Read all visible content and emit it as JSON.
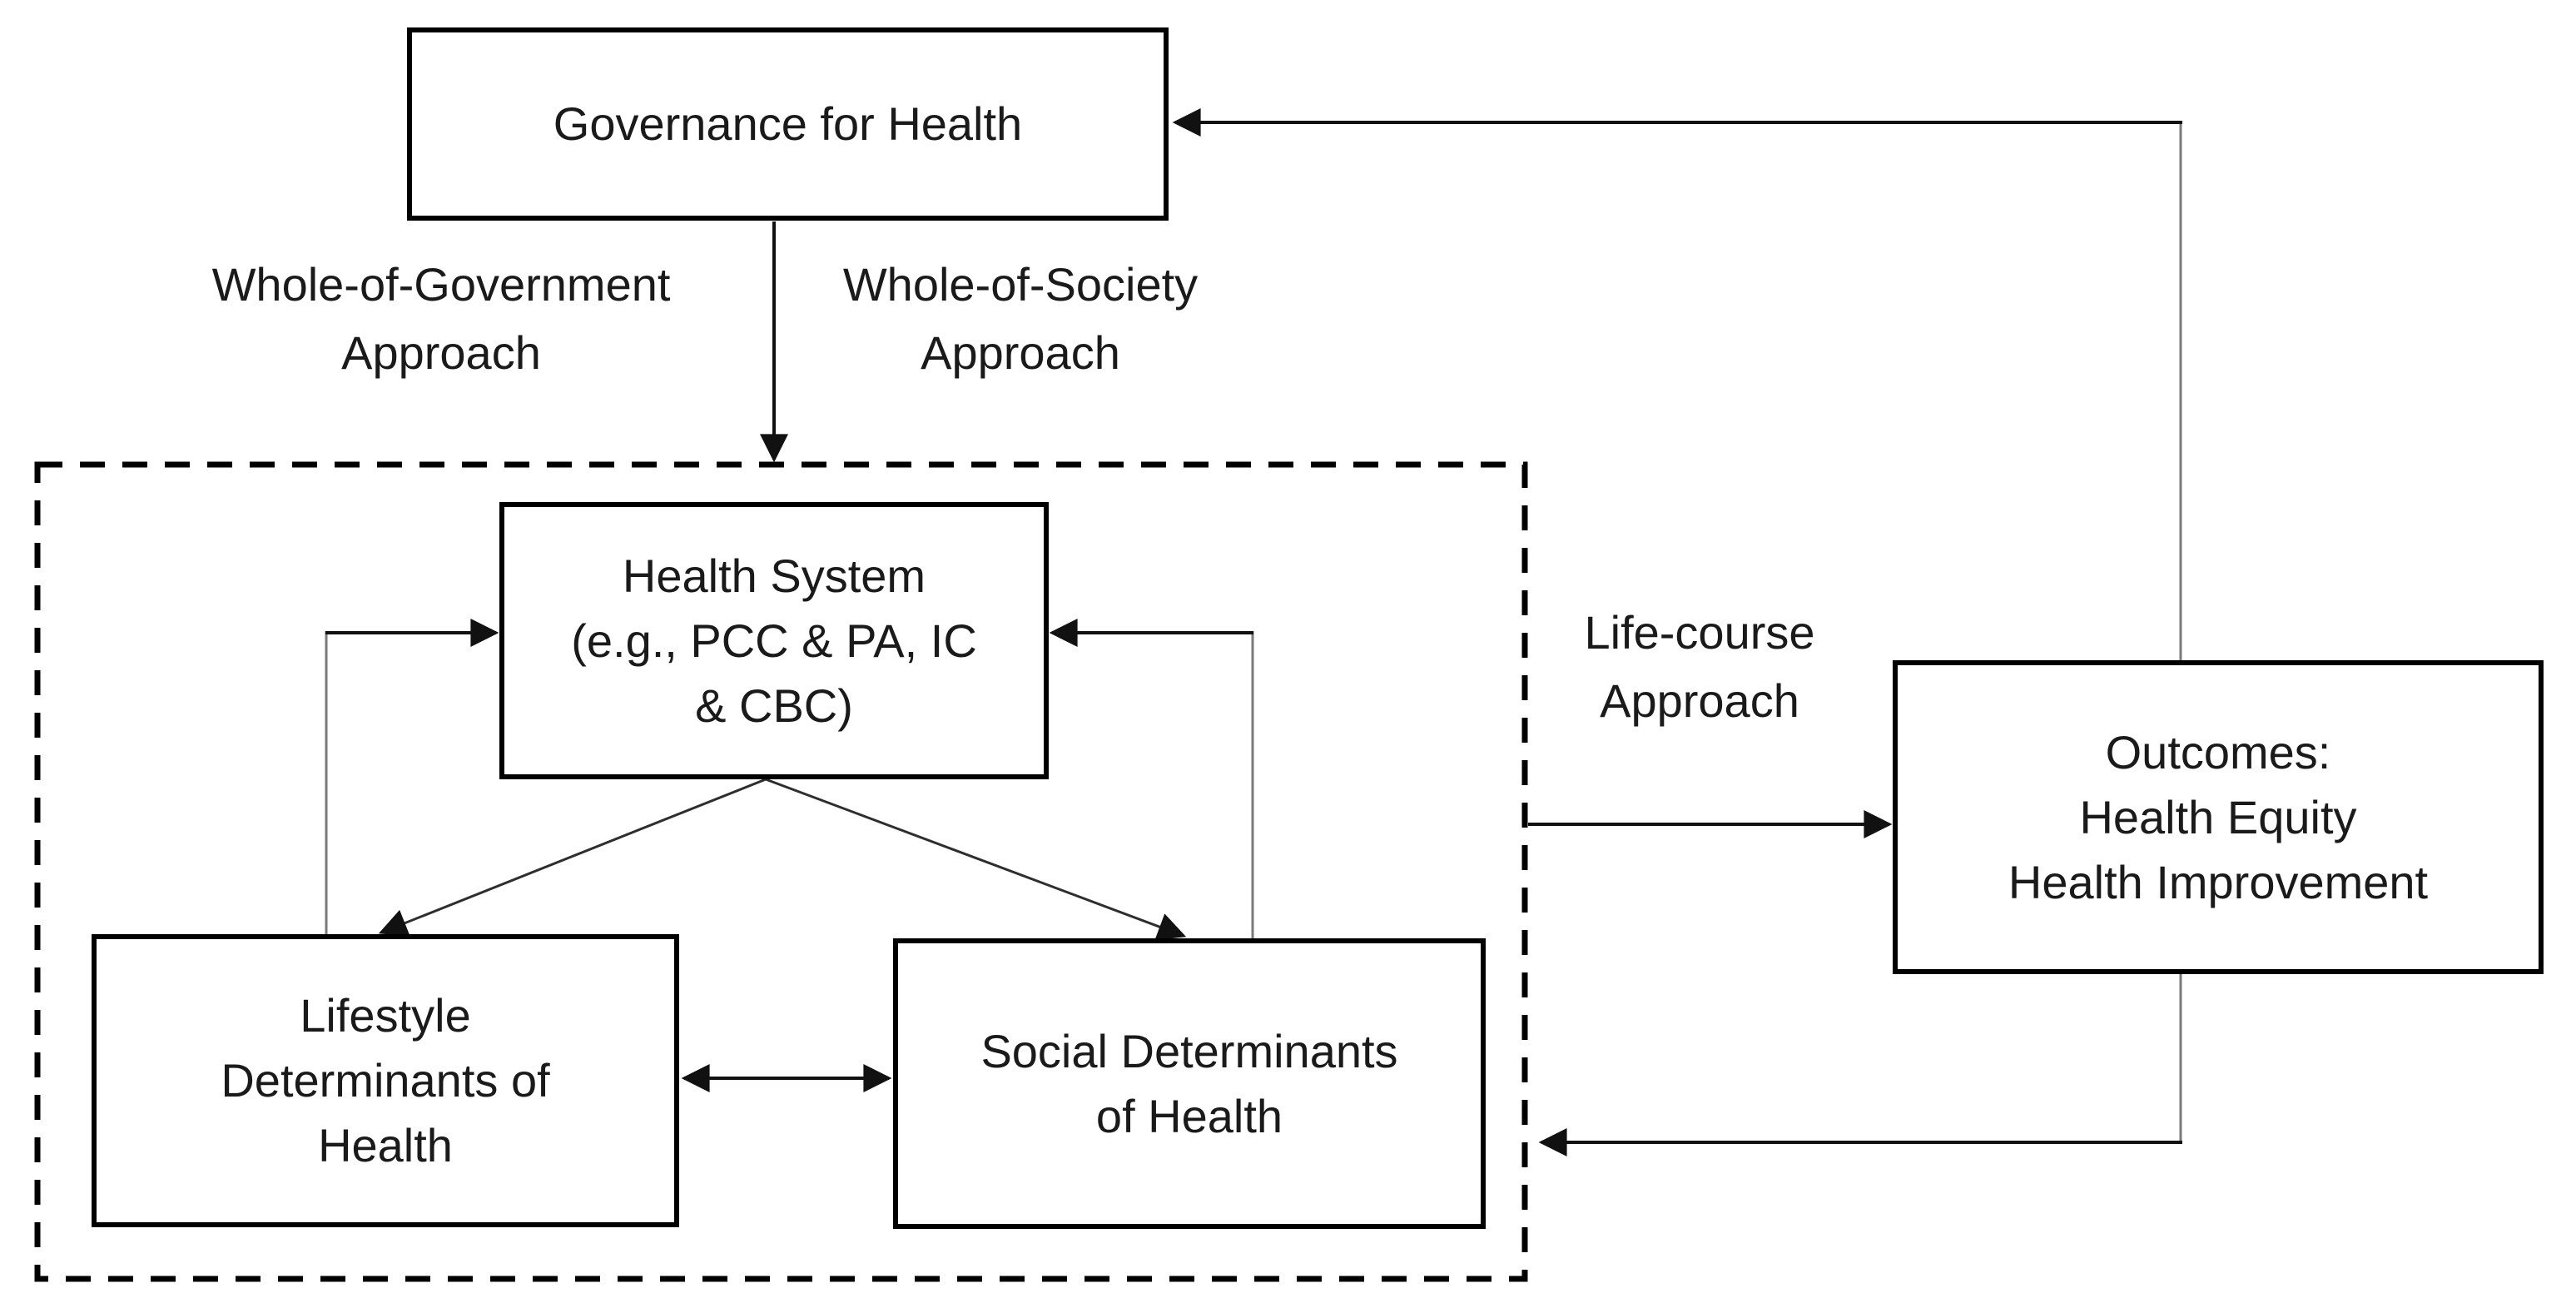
{
  "title": "Governance for Health framework diagram",
  "colors": {
    "background": "#ffffff",
    "box_border": "#000000",
    "text": "#1a1a1a",
    "connector": "#111111",
    "connector_gray": "#7a7a7a"
  },
  "nodes": {
    "governance": {
      "lines": [
        "Governance for Health"
      ]
    },
    "health_system": {
      "lines": [
        "Health System",
        "(e.g., PCC & PA, IC",
        "& CBC)"
      ]
    },
    "lifestyle": {
      "lines": [
        "Lifestyle",
        "Determinants of",
        "Health"
      ]
    },
    "social": {
      "lines": [
        "Social Determinants",
        "of Health"
      ]
    },
    "outcomes": {
      "lines": [
        "Outcomes:",
        "Health Equity",
        "Health Improvement"
      ]
    }
  },
  "labels": {
    "whole_of_government": {
      "lines": [
        "Whole-of-Government",
        "Approach"
      ]
    },
    "whole_of_society": {
      "lines": [
        "Whole-of-Society",
        "Approach"
      ]
    },
    "life_course": {
      "lines": [
        "Life-course",
        "Approach"
      ]
    }
  }
}
